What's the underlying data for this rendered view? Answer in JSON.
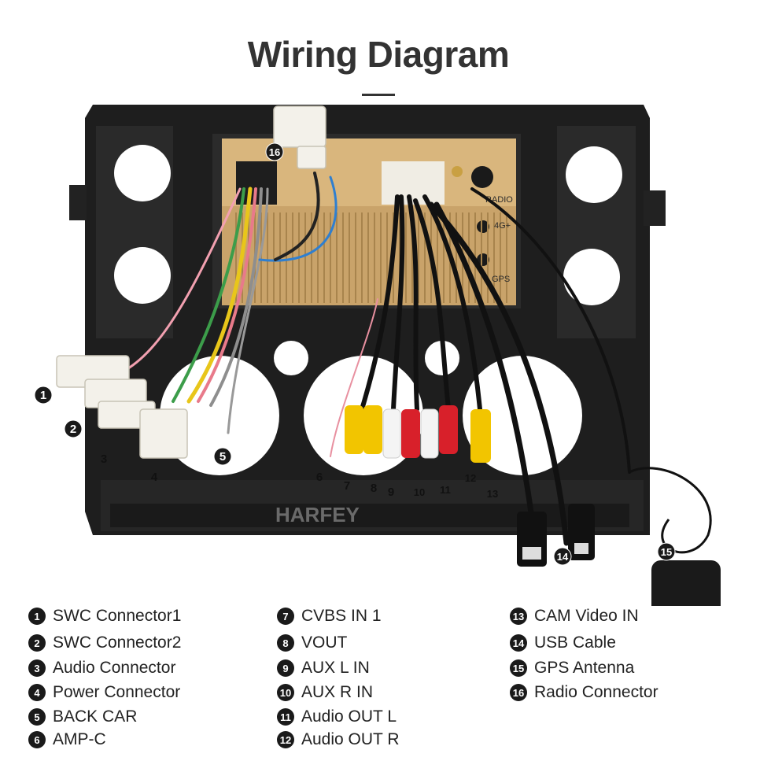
{
  "title": "Wiring Diagram",
  "watermark": "HARFEY",
  "unit_labels": {
    "radio": "RADIO",
    "lte": "4G+",
    "gps": "GPS"
  },
  "callouts": [
    "1",
    "2",
    "3",
    "4",
    "5",
    "6",
    "7",
    "8",
    "9",
    "10",
    "11",
    "12",
    "13",
    "14",
    "15",
    "16"
  ],
  "legend": [
    {
      "num": "1",
      "label": "SWC Connector1"
    },
    {
      "num": "2",
      "label": "SWC Connector2"
    },
    {
      "num": "3",
      "label": "Audio Connector"
    },
    {
      "num": "4",
      "label": "Power Connector"
    },
    {
      "num": "5",
      "label": "BACK CAR"
    },
    {
      "num": "6",
      "label": "AMP-C"
    },
    {
      "num": "7",
      "label": "CVBS IN 1"
    },
    {
      "num": "8",
      "label": "VOUT"
    },
    {
      "num": "9",
      "label": "AUX L IN"
    },
    {
      "num": "10",
      "label": "AUX R IN"
    },
    {
      "num": "11",
      "label": "Audio OUT L"
    },
    {
      "num": "12",
      "label": "Audio OUT R"
    },
    {
      "num": "13",
      "label": "CAM Video IN"
    },
    {
      "num": "14",
      "label": "USB Cable"
    },
    {
      "num": "15",
      "label": "GPS Antenna"
    },
    {
      "num": "16",
      "label": "Radio Connector"
    }
  ],
  "colors": {
    "frame": "#1c1c1c",
    "unit": "#d8b37a",
    "rca_yellow": "#f2c500",
    "rca_red": "#d8202a",
    "rca_white": "#f4f4f4",
    "connector": "#f3f1ea"
  }
}
